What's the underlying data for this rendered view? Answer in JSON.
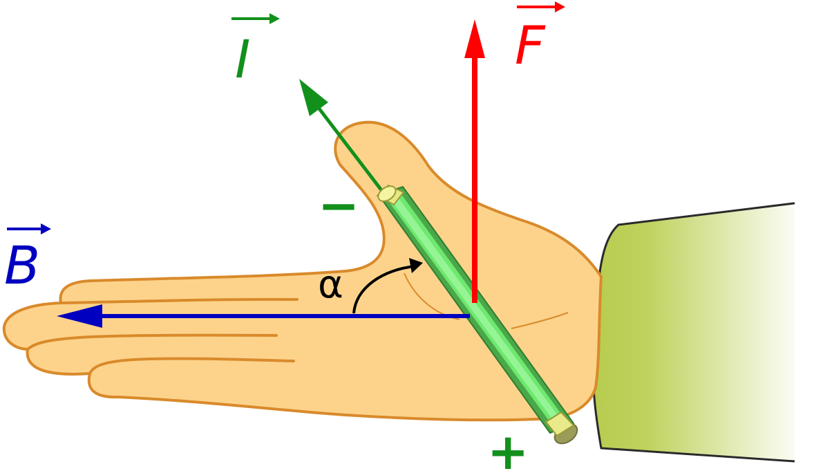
{
  "labels": {
    "current": "I",
    "force": "F",
    "field": "B",
    "angle": "α",
    "minus": "−",
    "plus": "+"
  },
  "colors": {
    "current": "#12901c",
    "force": "#ff0000",
    "field": "#0000c0",
    "skin": "#fdd38b",
    "skin_outline": "#d98a2b",
    "sleeve_start": "#b6cc4d",
    "sleeve_end": "#ffffff",
    "conductor": "#6ee86e",
    "conductor_dark": "#3f9c3f",
    "conductor_end": "#eef08c",
    "angle_arc": "#000000"
  }
}
